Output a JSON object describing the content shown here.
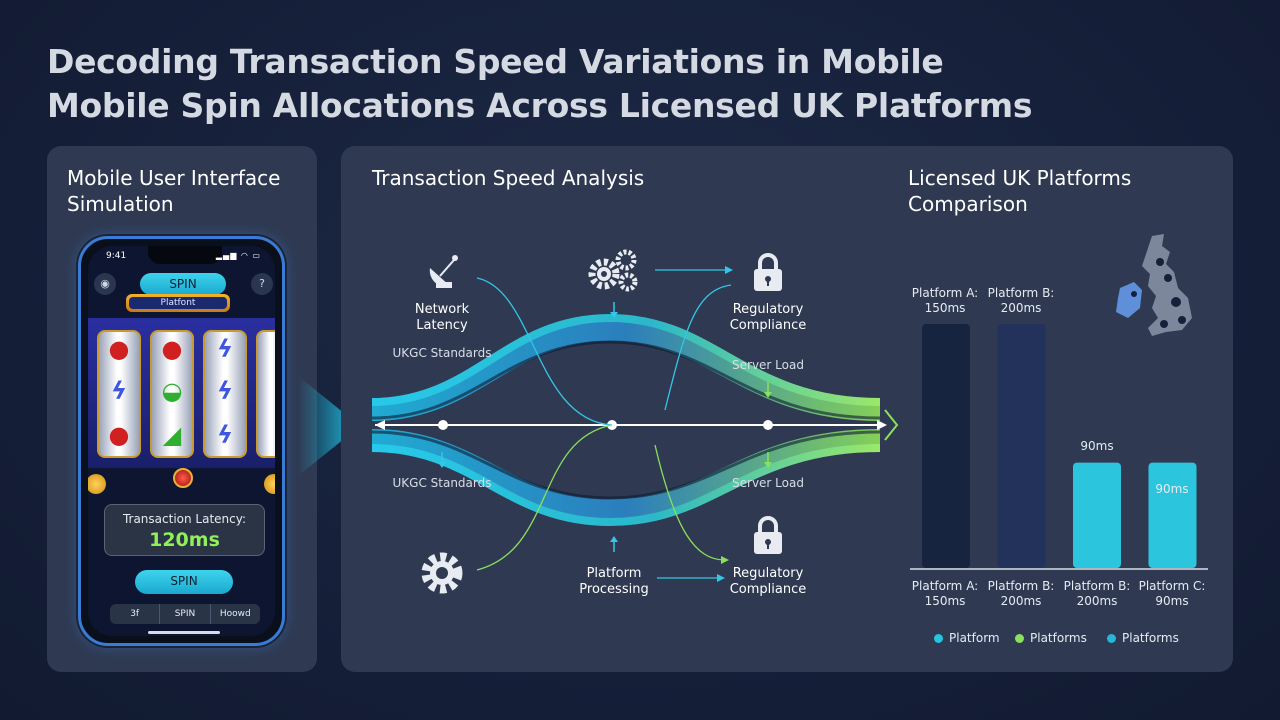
{
  "title": {
    "line1": "Decoding Transaction Speed Variations in Mobile",
    "line2": "Mobile Spin Allocations Across Licensed UK Platforms"
  },
  "left_panel": {
    "title": "Mobile User Interface Simulation",
    "phone": {
      "time": "9:41",
      "status_icons": "▂▄▆ ◠ ▭",
      "top_spin_label": "SPIN",
      "marquee": "Platfont",
      "latency_label": "Transaction Latency:",
      "latency_value": "120ms",
      "spin_label": "SPIN",
      "bottom_bar": [
        "3f",
        "SPIN",
        "Hoowd"
      ]
    }
  },
  "center": {
    "title": "Transaction Speed Analysis",
    "labels": {
      "network_latency": "Network Latency",
      "ukgc_standards_top": "UKGC Standards",
      "ukgc_standards_bottom": "UKGC Standards",
      "regulatory_top": "Regulatory Compliance",
      "regulatory_bottom": "Regulatory Compliance",
      "server_load_top": "Server Load",
      "server_load_bottom": "Server Load",
      "platform_processing": "Platform Processing"
    },
    "icons": [
      "satellite-dish-icon",
      "gears-icon",
      "lock-icon",
      "gear-icon"
    ],
    "colors": {
      "cyan": "#22c4e6",
      "green": "#8ae05a",
      "blue": "#2d6fc9"
    }
  },
  "right": {
    "title": "Licensed UK Platforms Comparison",
    "top_labels": [
      "Platform A: 150ms",
      "Platform B: 200ms",
      "90ms",
      "90ms"
    ],
    "bottom_labels": [
      "Platform A: 150ms",
      "Platform B: 200ms",
      "Platform B: 200ms",
      "Platform C: 90ms"
    ],
    "legend": [
      "Platform",
      "Platforms",
      "Platforms"
    ],
    "legend_colors": [
      "#27c4df",
      "#8ae05a",
      "#27b6d8"
    ],
    "map_icon": "uk-map-icon"
  },
  "chart_data": {
    "type": "bar",
    "categories": [
      "Platform A",
      "Platform B",
      "Platform B",
      "Platform C"
    ],
    "values": [
      150,
      200,
      90,
      90
    ],
    "bar_colors": [
      "#172440",
      "#22325a",
      "#2bc6dd",
      "#2bc6dd"
    ],
    "ylim": [
      0,
      150
    ]
  }
}
